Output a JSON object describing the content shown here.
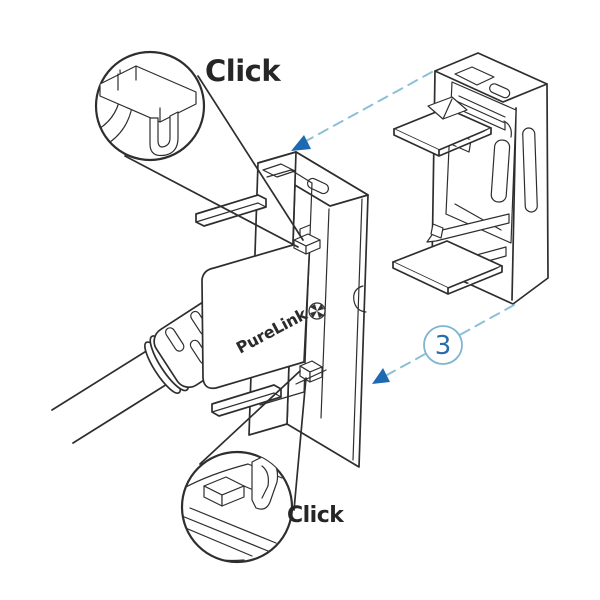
{
  "diagram": {
    "type": "assembly-instruction-step",
    "background": "#ffffff",
    "colors": {
      "line_art": "#2e2e2e",
      "dashed_guide_blue": "#8cc0d6",
      "arrowhead_blue": "#1d6ab2",
      "step_number_blue": "#2a6ca8",
      "step_circle_blue": "#7fb5cf",
      "label_text": "#262626"
    },
    "step_badge": {
      "number": "3"
    },
    "callouts": {
      "top": {
        "label": "Click"
      },
      "bottom": {
        "label": "Click"
      }
    },
    "connector": {
      "brand": "PureLink",
      "logo_icon": "pinwheel-logo-icon"
    },
    "icons": [
      "pinwheel-logo-icon",
      "insert-arrow-top-icon",
      "insert-arrow-bottom-icon",
      "magnifier-callout-top",
      "magnifier-callout-bottom"
    ]
  }
}
